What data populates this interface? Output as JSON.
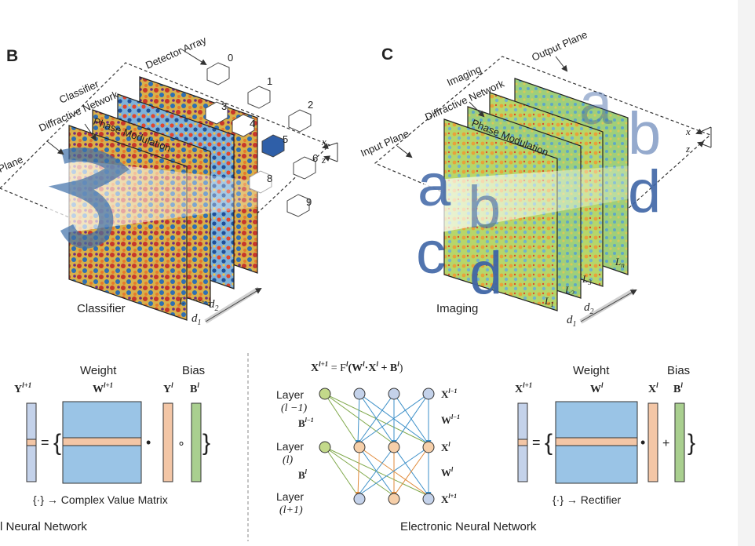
{
  "panel_b": {
    "letter": "B",
    "input_plane": "Plane",
    "network_label_line1": "Classifier",
    "network_label_line2": "Diffractive Network",
    "detector_label": "Detector Array",
    "phase_label": "Phase Modulation",
    "caption": "Classifier",
    "detectors": [
      "0",
      "1",
      "2",
      "3",
      "4",
      "5",
      "6",
      "8",
      "9"
    ],
    "axis_x": "x",
    "axis_z": "z",
    "d1": "d",
    "d1_sub": "1",
    "d2": "d",
    "d2_sub": "2",
    "layer_label": "L"
  },
  "panel_c": {
    "letter": "C",
    "input_plane": "Input Plane",
    "network_label_line1": "Imaging",
    "network_label_line2": "Diffractive Network",
    "output_label": "Output Plane",
    "phase_label": "Phase Modulation",
    "caption": "Imaging",
    "letters_input": [
      "a",
      "b",
      "c",
      "d"
    ],
    "letters_output": [
      "a",
      "b",
      "d"
    ],
    "axis_x": "x",
    "axis_z": "z",
    "layers": [
      {
        "base": "L",
        "sub": "1"
      },
      {
        "base": "L",
        "sub": "2"
      },
      {
        "base": "L",
        "sub": "3"
      },
      {
        "base": "L",
        "sub": "n"
      }
    ],
    "d1": "d",
    "d1_sub": "1",
    "d2": "d",
    "d2_sub": "2"
  },
  "optical_equation": {
    "weight": "Weight",
    "bias": "Bias",
    "y_next": "Y",
    "y_next_sup": "l+1",
    "w_next": "W",
    "w_next_sup": "l+1",
    "y_cur": "Y",
    "y_cur_sup": "l",
    "b_cur": "B",
    "b_cur_sup": "l",
    "equals": "=",
    "note": "{·} → Complex Value Matrix",
    "caption": "l Neural Network"
  },
  "electronic_network": {
    "equation": "X^{l+1} = F^l(W^l·X^l + B^l)",
    "eq_parts": {
      "x": "X",
      "x_sup": "l+1",
      "eq": " = F",
      "f_sup": "l",
      "w": "(W",
      "w_sup": "l",
      "dot": "·X",
      "dot_sup": "l",
      "plus": " + B",
      "b_sup": "l",
      "close": ")"
    },
    "layers": [
      {
        "line1": "Layer",
        "line2": "(l −1)"
      },
      {
        "line1": "Layer",
        "line2": "(l)"
      },
      {
        "line1": "Layer",
        "line2": "(l+1)"
      }
    ],
    "b_labels": [
      {
        "base": "B",
        "sup": "l−1"
      },
      {
        "base": "B",
        "sup": "l"
      }
    ],
    "right_labels": [
      {
        "base": "X",
        "sup": "l−1"
      },
      {
        "base": "W",
        "sup": "l−1"
      },
      {
        "base": "X",
        "sup": "l"
      },
      {
        "base": "W",
        "sup": "l"
      },
      {
        "base": "X",
        "sup": "l+1"
      }
    ],
    "caption": "Electronic Neural Network"
  },
  "electronic_equation": {
    "weight": "Weight",
    "bias": "Bias",
    "x_next": "X",
    "x_next_sup": "l+1",
    "w": "W",
    "w_sup": "l",
    "x_cur": "X",
    "x_cur_sup": "l",
    "b": "B",
    "b_sup": "l",
    "equals": "=",
    "plus": "+",
    "note": "{·} → Rectifier"
  },
  "colors": {
    "phase_warm": "#c8372b",
    "phase_cool": "#2f6fb3",
    "imaging_green": "#b6d66a",
    "matrix_blue": "#9ac4e6",
    "row_orange": "#f3c6a6",
    "vector_green": "#a9cf8f",
    "node_green": "#c3d98a",
    "node_orange": "#f6cfa9",
    "node_blue": "#c4d2ea"
  }
}
